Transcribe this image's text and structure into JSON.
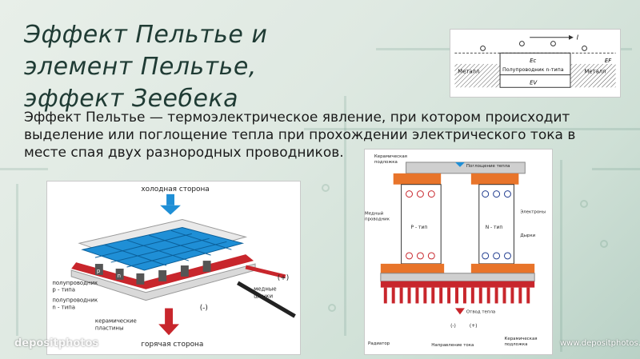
{
  "slide": {
    "title_lines": [
      "Эффект Пельтье и",
      "элемент Пельтье,",
      "эффект Зеебека"
    ],
    "body_text": "Эффект Пельтье — термоэлектрическое явление, при котором происходит выделение или поглощение тепла при прохождении электрического тока в месте спая двух разнородных проводников."
  },
  "band_diagram": {
    "current_label": "I",
    "ec_label": "Ec",
    "ef_label": "EF",
    "ev_label": "EV",
    "metal_left": "Металл",
    "metal_right": "Металл",
    "semiconductor_label": "Полупроводник n-типа"
  },
  "module_diagram": {
    "cold_side": "холодная сторона",
    "hot_side": "горячая сторона",
    "p_type": "полупроводник\np - типа",
    "n_type": "полупроводник\nn - типа",
    "ceramic": "керамические\nпластины",
    "copper": "медные\nшинки",
    "plus": "(+)",
    "minus": "(-)",
    "p_mark": "p",
    "n_mark": "n"
  },
  "cross_diagram": {
    "ceramic_top": "Керамическая\nподложка",
    "heat_absorb": "Поглощение тепла",
    "copper": "Медный\nпроводник",
    "electrons": "Электроны",
    "holes": "Дырки",
    "p_type": "P - тип",
    "n_type": "N - тип",
    "heat_release": "Отвод тепла",
    "radiator": "Радиатор",
    "current_dir": "Направление тока",
    "ceramic_bottom": "Керамическая\nподложка",
    "minus": "(-)",
    "plus": "(+)"
  },
  "watermarks": {
    "left": "depositphotos",
    "right": "www.depositphotos.com"
  },
  "colors": {
    "title": "#1f3b34",
    "copper": "#e8742a",
    "ceramic": "#cfcfcf",
    "radiator": "#c8262c",
    "module_blue": "#1f8fd6"
  }
}
